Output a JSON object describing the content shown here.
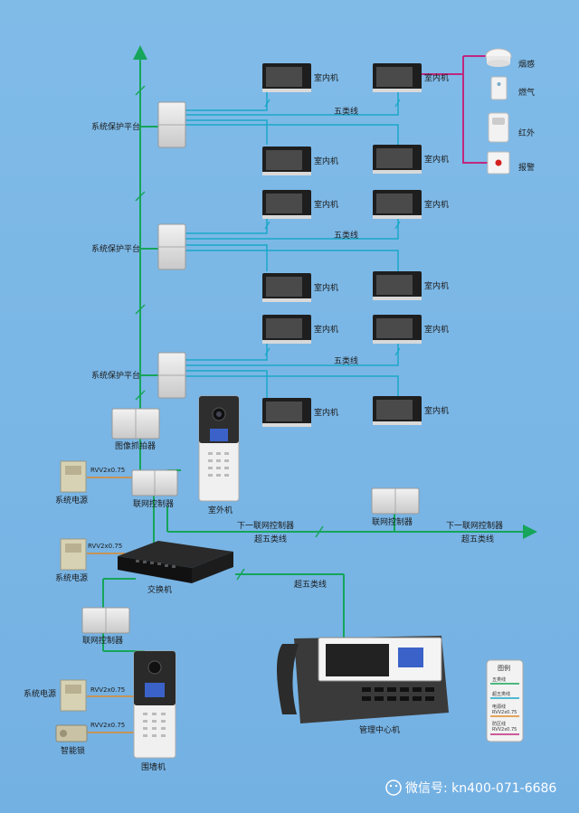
{
  "labels": {
    "indoor_unit": "室内机",
    "protect_platform": "系统保护平台",
    "cat5": "五类线",
    "super_cat5": "超五类线",
    "smoke": "烟感",
    "gas": "燃气",
    "infrared": "红外",
    "alarm": "报警",
    "image_capture": "图像抓拍器",
    "outdoor_unit": "室外机",
    "net_controller": "联网控制器",
    "next_net_controller": "下一联网控制器",
    "power": "系统电源",
    "rvv": "RVV2x0.75",
    "switch": "交换机",
    "mgmt_center": "管理中心机",
    "wall_unit": "围墙机",
    "smart_lock": "智能锁"
  },
  "legend": {
    "title": "图例",
    "items": [
      "五类线",
      "超五类线",
      "电源线",
      "RVV2x0.75",
      "防区线",
      "RVV2x0.75"
    ]
  },
  "watermark": "微信号: kn400-071-6686",
  "colors": {
    "green_line": "#16a55a",
    "cyan_line": "#1aa8c8",
    "orange_line": "#e08a2a",
    "magenta_line": "#c0287e"
  }
}
